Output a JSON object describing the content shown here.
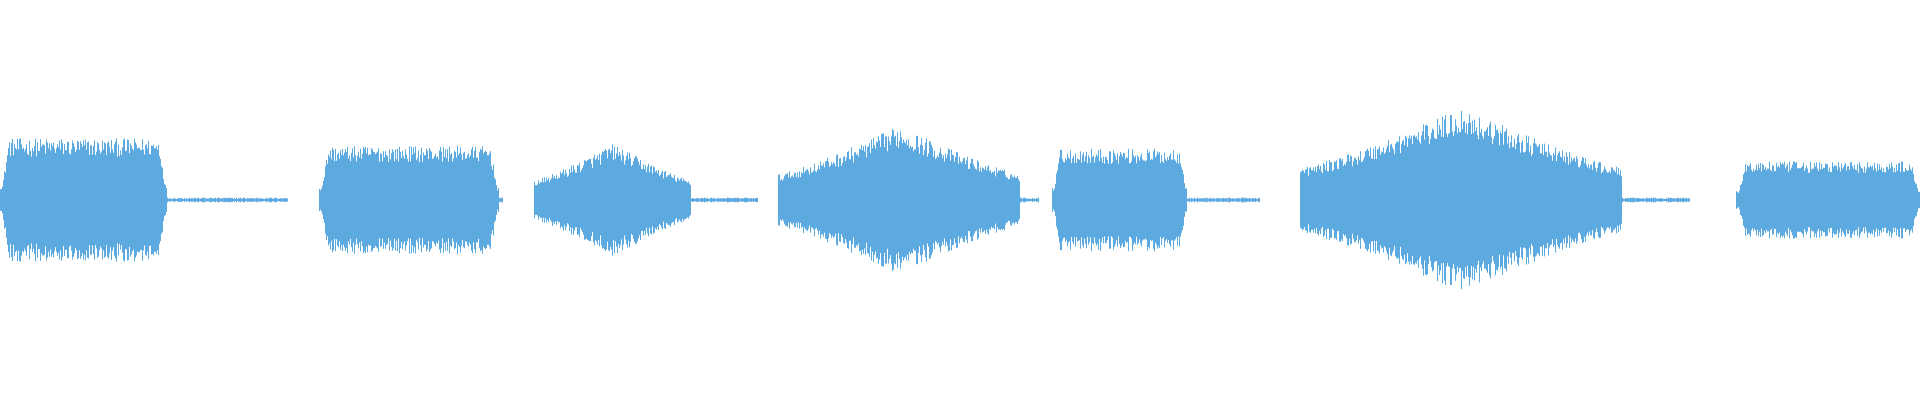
{
  "waveform": {
    "color": "#5DAAE0",
    "background": "#FFFFFF",
    "segments": [
      {
        "id": "segment-1",
        "kind": "sound",
        "start": 0.0,
        "end": 0.087,
        "peak": 0.48,
        "shape": "plateau"
      },
      {
        "id": "segment-2",
        "kind": "silence",
        "start": 0.087,
        "end": 0.15,
        "peak": 0.02,
        "shape": "flat"
      },
      {
        "id": "segment-3",
        "kind": "sound",
        "start": 0.166,
        "end": 0.26,
        "peak": 0.42,
        "shape": "plateau"
      },
      {
        "id": "segment-4",
        "kind": "silence",
        "start": 0.26,
        "end": 0.262,
        "peak": 0.02,
        "shape": "flat"
      },
      {
        "id": "segment-5",
        "kind": "sound",
        "start": 0.278,
        "end": 0.36,
        "peak": 0.44,
        "shape": "peak"
      },
      {
        "id": "segment-6",
        "kind": "silence",
        "start": 0.36,
        "end": 0.395,
        "peak": 0.02,
        "shape": "flat"
      },
      {
        "id": "segment-7",
        "kind": "sound",
        "start": 0.405,
        "end": 0.531,
        "peak": 0.58,
        "shape": "peak"
      },
      {
        "id": "segment-8",
        "kind": "silence",
        "start": 0.531,
        "end": 0.541,
        "peak": 0.02,
        "shape": "flat"
      },
      {
        "id": "segment-9",
        "kind": "sound",
        "start": 0.548,
        "end": 0.618,
        "peak": 0.4,
        "shape": "plateau"
      },
      {
        "id": "segment-10",
        "kind": "silence",
        "start": 0.618,
        "end": 0.656,
        "peak": 0.02,
        "shape": "flat"
      },
      {
        "id": "segment-11",
        "kind": "sound",
        "start": 0.677,
        "end": 0.845,
        "peak": 0.72,
        "shape": "peak"
      },
      {
        "id": "segment-12",
        "kind": "silence",
        "start": 0.845,
        "end": 0.88,
        "peak": 0.02,
        "shape": "flat"
      },
      {
        "id": "segment-13",
        "kind": "sound",
        "start": 0.904,
        "end": 1.0,
        "peak": 0.3,
        "shape": "plateau"
      }
    ]
  }
}
